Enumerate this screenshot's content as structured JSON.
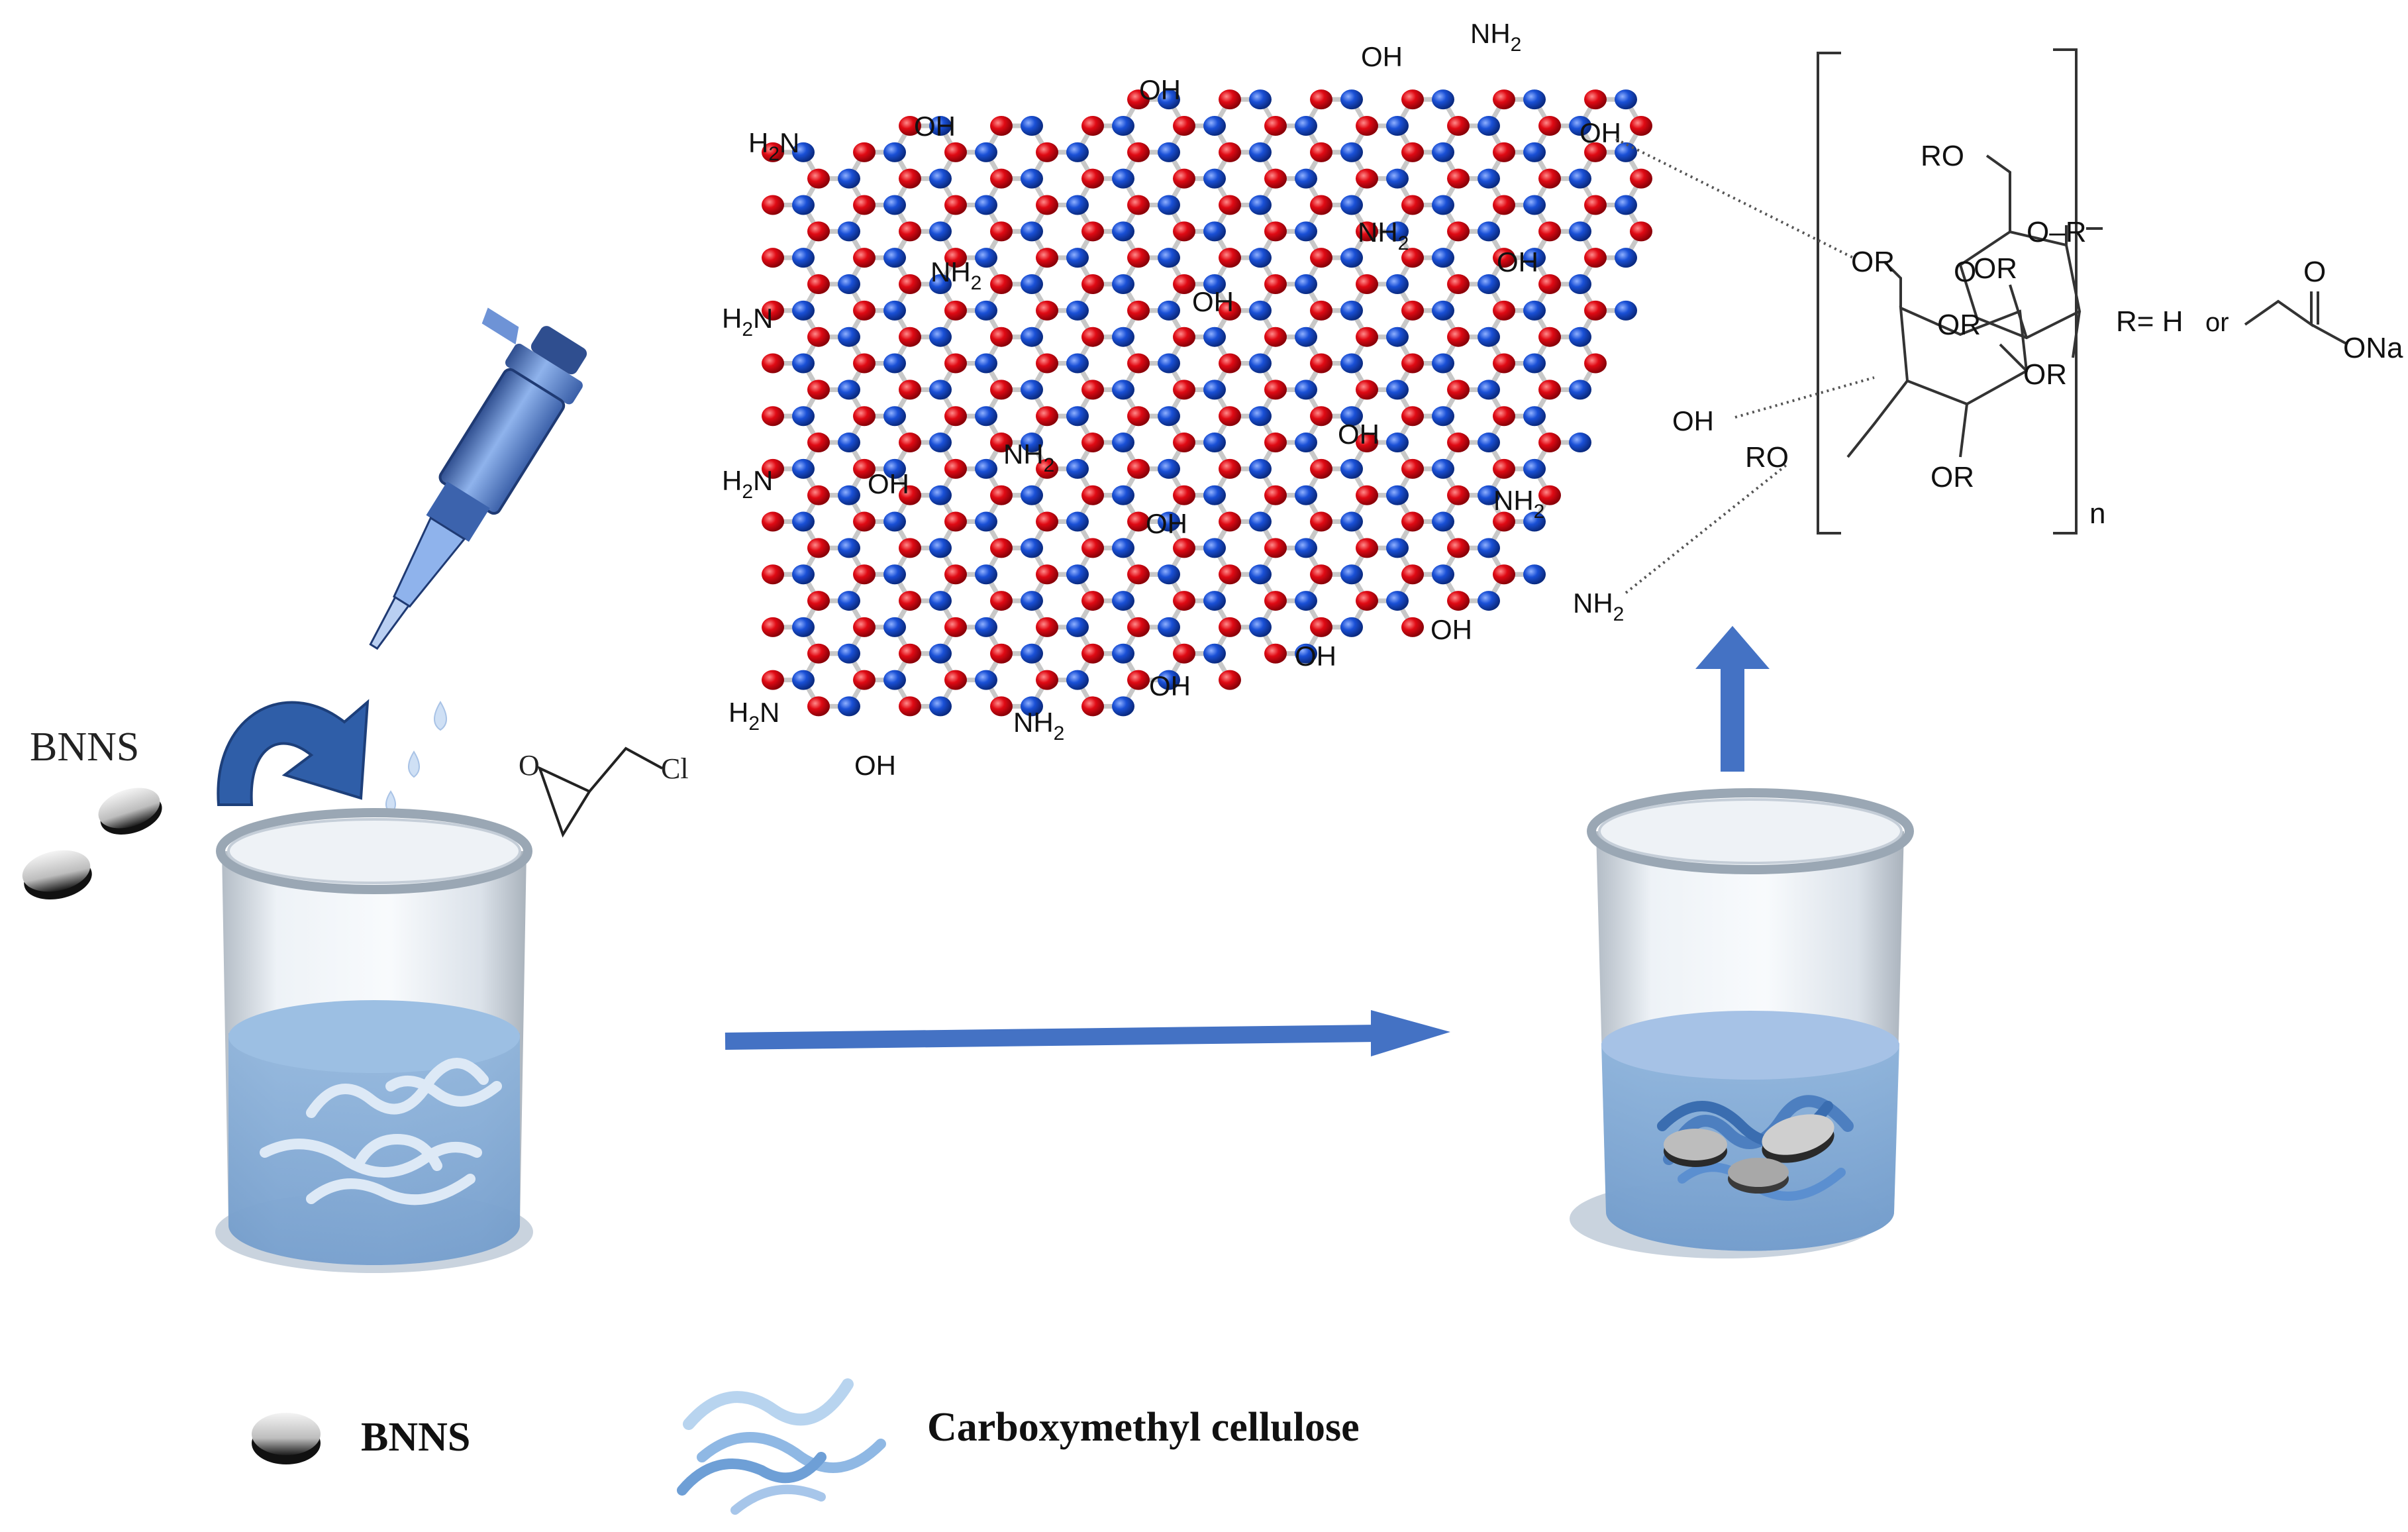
{
  "labels": {
    "bnns_top": "BNNS",
    "legend_bnns": "BNNS",
    "legend_cmc": "Carboxymethyl cellulose"
  },
  "epichlorohydrin": {
    "o": "O",
    "cl": "Cl"
  },
  "sheet_groups": {
    "oh": "OH",
    "nh2_main": "NH",
    "nh2_sub": "2",
    "h2n_h": "H",
    "h2n_sub": "2",
    "h2n_n": "N"
  },
  "cellulose": {
    "ro": "RO",
    "or": "OR",
    "o": "O",
    "r": "R",
    "or_dash": "O–R",
    "repeat": "n",
    "r_def_prefix": "R= H",
    "r_def_or": "or",
    "carboxylate_o": "O",
    "carboxylate_ona": "ONa"
  },
  "colors": {
    "boron_atom": "#e00a14",
    "nitrogen_atom": "#1a50d6",
    "bond": "#c8c8c8",
    "arrow": "#4472c4",
    "arrow_dark": "#2f5597",
    "water": "#8fb3d9",
    "fiber": "#b7d3ec"
  },
  "icons": [
    "pipette-icon",
    "rotate-arrow-icon",
    "beaker-icon",
    "disk-icon",
    "fiber-icon"
  ]
}
